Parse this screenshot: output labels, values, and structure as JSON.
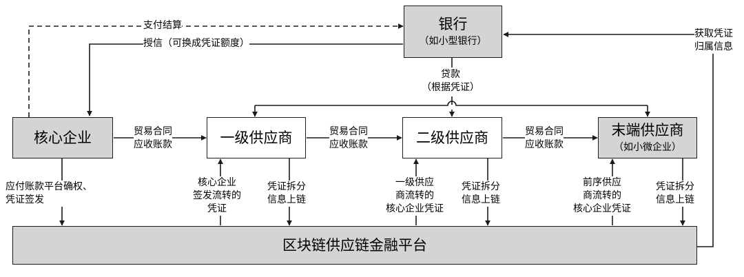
{
  "nodes": {
    "bank": {
      "title": "银行",
      "sub": "（如小型银行）"
    },
    "core": {
      "title": "核心企业"
    },
    "tier1": {
      "title": "一级供应商"
    },
    "tier2": {
      "title": "二级供应商"
    },
    "end": {
      "title": "末端供应商",
      "sub": "（如小微企业）"
    },
    "platform": {
      "title": "区块链供应链金融平台"
    }
  },
  "edges": {
    "payment_settlement": "支付结算",
    "credit_grant": "授信（可换成凭证额度）",
    "get_voucher_ownership": [
      "获取凭证",
      "归属信息"
    ],
    "loan": [
      "贷款",
      "（根据凭证）"
    ],
    "trade_1": [
      "贸易合同",
      "应收账款"
    ],
    "trade_2": [
      "贸易合同",
      "应收账款"
    ],
    "trade_3": [
      "贸易合同",
      "应收账款"
    ],
    "core_to_platform": [
      "应付账款平台确权、",
      "凭证签发"
    ],
    "platform_to_t1": [
      "核心企业",
      "签发流转的",
      "凭证"
    ],
    "t1_to_platform": [
      "凭证拆分",
      "信息上链"
    ],
    "platform_to_t2": [
      "一级供应",
      "商流转的",
      "核心企业凭证"
    ],
    "t2_to_platform": [
      "凭证拆分",
      "信息上链"
    ],
    "platform_to_end": [
      "前序供应",
      "商流转的",
      "核心企业凭证"
    ],
    "end_to_platform": [
      "凭证拆分",
      "信息上链"
    ]
  },
  "style": {
    "box_grey": "#d4d4d4",
    "line_color": "#1a1a1a"
  }
}
